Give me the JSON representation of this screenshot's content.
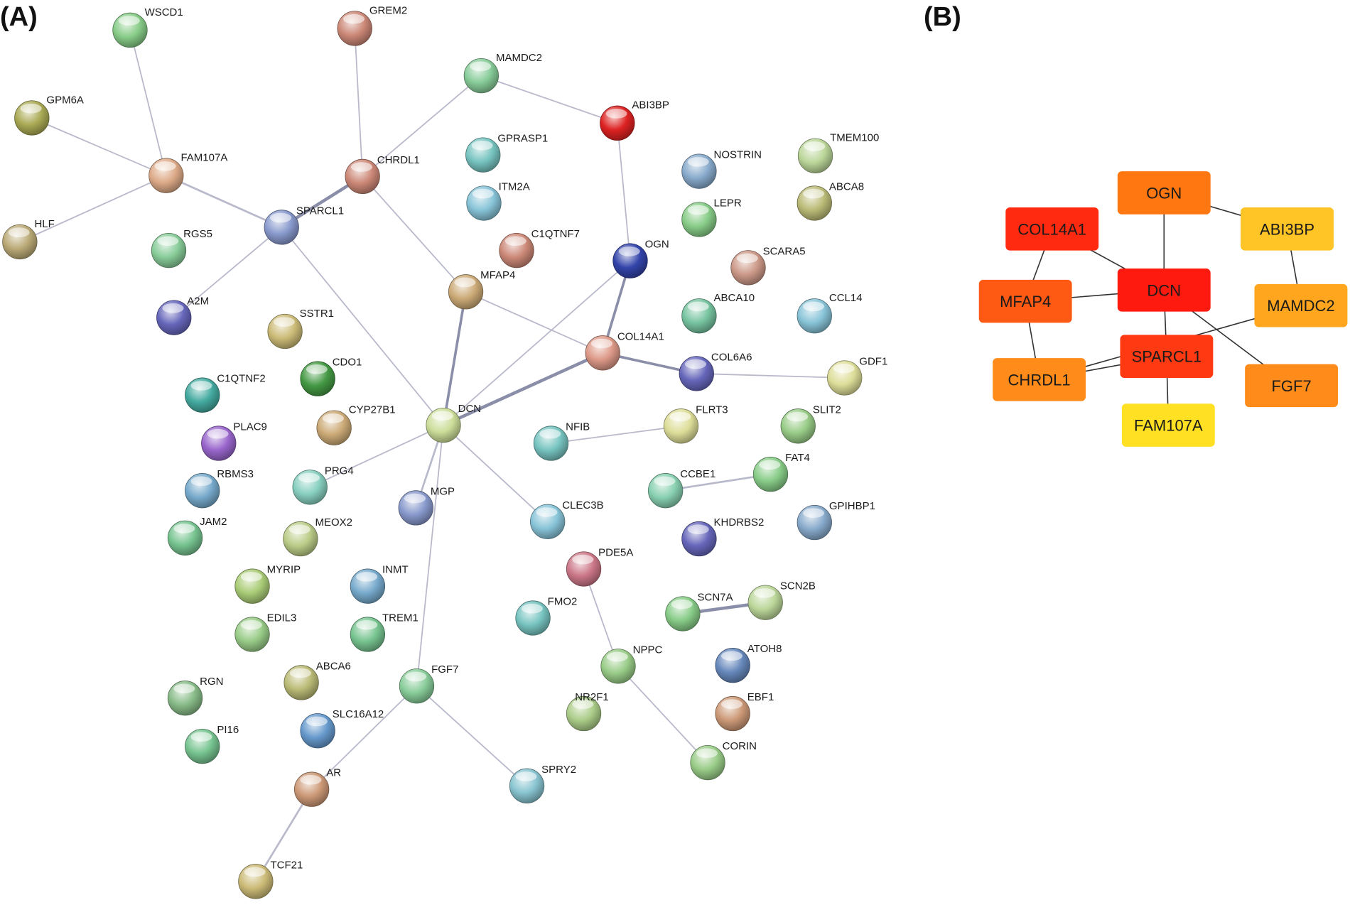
{
  "panels": [
    {
      "id": "A",
      "label": "(A)"
    },
    {
      "id": "B",
      "label": "(B)"
    }
  ],
  "network_a": {
    "nodes": [
      {
        "id": "WSCD1",
        "color": "#88cc88"
      },
      {
        "id": "GREM2",
        "color": "#cc8877"
      },
      {
        "id": "MAMDC2",
        "color": "#88cc99"
      },
      {
        "id": "GPM6A",
        "color": "#aaaa55"
      },
      {
        "id": "ABI3BP",
        "color": "#dd2222"
      },
      {
        "id": "GPRASP1",
        "color": "#77c4c0"
      },
      {
        "id": "FAM107A",
        "color": "#ddaa88"
      },
      {
        "id": "CHRDL1",
        "color": "#cc8877"
      },
      {
        "id": "NOSTRIN",
        "color": "#88aacc"
      },
      {
        "id": "TMEM100",
        "color": "#bbd699"
      },
      {
        "id": "ITM2A",
        "color": "#88c4d8"
      },
      {
        "id": "ABCA8",
        "color": "#bbbb77"
      },
      {
        "id": "SPARCL1",
        "color": "#8899cc"
      },
      {
        "id": "LEPR",
        "color": "#88cc88"
      },
      {
        "id": "HLF",
        "color": "#bbaa77"
      },
      {
        "id": "RGS5",
        "color": "#88cc99"
      },
      {
        "id": "C1QTNF7",
        "color": "#cc8877"
      },
      {
        "id": "OGN",
        "color": "#3344aa"
      },
      {
        "id": "SCARA5",
        "color": "#cc9988"
      },
      {
        "id": "MFAP4",
        "color": "#ccaa77"
      },
      {
        "id": "A2M",
        "color": "#6666bb"
      },
      {
        "id": "ABCA10",
        "color": "#77c4a0"
      },
      {
        "id": "CCL14",
        "color": "#88c4d8"
      },
      {
        "id": "SSTR1",
        "color": "#ccbb77"
      },
      {
        "id": "COL14A1",
        "color": "#dd9988"
      },
      {
        "id": "COL6A6",
        "color": "#6666bb"
      },
      {
        "id": "CDO1",
        "color": "#449944"
      },
      {
        "id": "GDF1",
        "color": "#dddd99"
      },
      {
        "id": "C1QTNF2",
        "color": "#44aaa0"
      },
      {
        "id": "CYP27B1",
        "color": "#ccaa77"
      },
      {
        "id": "FLRT3",
        "color": "#dddd99"
      },
      {
        "id": "SLIT2",
        "color": "#99cc88"
      },
      {
        "id": "DCN",
        "color": "#ccdd99"
      },
      {
        "id": "PLAC9",
        "color": "#9966cc"
      },
      {
        "id": "NFIB",
        "color": "#77c4c0"
      },
      {
        "id": "FAT4",
        "color": "#88cc88"
      },
      {
        "id": "RBMS3",
        "color": "#77aacc"
      },
      {
        "id": "PRG4",
        "color": "#88d0c0"
      },
      {
        "id": "CCBE1",
        "color": "#88d0b0"
      },
      {
        "id": "MGP",
        "color": "#8899cc"
      },
      {
        "id": "CLEC3B",
        "color": "#88c4d8"
      },
      {
        "id": "GPIHBP1",
        "color": "#88aacc"
      },
      {
        "id": "JAM2",
        "color": "#77c490"
      },
      {
        "id": "MEOX2",
        "color": "#bbcc88"
      },
      {
        "id": "KHDRBS2",
        "color": "#6666bb"
      },
      {
        "id": "PDE5A",
        "color": "#cc7788"
      },
      {
        "id": "MYRIP",
        "color": "#aacc77"
      },
      {
        "id": "INMT",
        "color": "#77aacc"
      },
      {
        "id": "SCN2B",
        "color": "#bbd699"
      },
      {
        "id": "FMO2",
        "color": "#77c4c0"
      },
      {
        "id": "SCN7A",
        "color": "#88cc88"
      },
      {
        "id": "EDIL3",
        "color": "#99cc88"
      },
      {
        "id": "TREM1",
        "color": "#77c490"
      },
      {
        "id": "ATOH8",
        "color": "#6688bb"
      },
      {
        "id": "NPPC",
        "color": "#99cc88"
      },
      {
        "id": "ABCA6",
        "color": "#bbbb77"
      },
      {
        "id": "FGF7",
        "color": "#88cc99"
      },
      {
        "id": "RGN",
        "color": "#88bb88"
      },
      {
        "id": "EBF1",
        "color": "#cc9977"
      },
      {
        "id": "NR2F1",
        "color": "#aacc88"
      },
      {
        "id": "SLC16A12",
        "color": "#6699cc"
      },
      {
        "id": "PI16",
        "color": "#77c490"
      },
      {
        "id": "CORIN",
        "color": "#99cc88"
      },
      {
        "id": "SPRY2",
        "color": "#88c4d0"
      },
      {
        "id": "AR",
        "color": "#cc9977"
      },
      {
        "id": "TCF21",
        "color": "#ccbb77"
      }
    ],
    "edges": [
      {
        "a": "WSCD1",
        "b": "FAM107A",
        "w": 2
      },
      {
        "a": "GPM6A",
        "b": "FAM107A",
        "w": 2
      },
      {
        "a": "HLF",
        "b": "FAM107A",
        "w": 2
      },
      {
        "a": "FAM107A",
        "b": "SPARCL1",
        "w": 3
      },
      {
        "a": "SPARCL1",
        "b": "CHRDL1",
        "w": 5
      },
      {
        "a": "SPARCL1",
        "b": "A2M",
        "w": 2
      },
      {
        "a": "SPARCL1",
        "b": "DCN",
        "w": 2
      },
      {
        "a": "GREM2",
        "b": "CHRDL1",
        "w": 2
      },
      {
        "a": "CHRDL1",
        "b": "MAMDC2",
        "w": 2
      },
      {
        "a": "CHRDL1",
        "b": "MFAP4",
        "w": 2
      },
      {
        "a": "MAMDC2",
        "b": "ABI3BP",
        "w": 2
      },
      {
        "a": "ABI3BP",
        "b": "OGN",
        "w": 2
      },
      {
        "a": "OGN",
        "b": "COL14A1",
        "w": 4
      },
      {
        "a": "OGN",
        "b": "DCN",
        "w": 2
      },
      {
        "a": "MFAP4",
        "b": "COL14A1",
        "w": 2
      },
      {
        "a": "MFAP4",
        "b": "DCN",
        "w": 4
      },
      {
        "a": "COL14A1",
        "b": "DCN",
        "w": 5
      },
      {
        "a": "COL14A1",
        "b": "COL6A6",
        "w": 4
      },
      {
        "a": "COL6A6",
        "b": "GDF1",
        "w": 2
      },
      {
        "a": "DCN",
        "b": "PRG4",
        "w": 2
      },
      {
        "a": "DCN",
        "b": "MGP",
        "w": 3
      },
      {
        "a": "DCN",
        "b": "CLEC3B",
        "w": 2
      },
      {
        "a": "DCN",
        "b": "FGF7",
        "w": 2
      },
      {
        "a": "FLRT3",
        "b": "NFIB",
        "w": 2
      },
      {
        "a": "FAT4",
        "b": "CCBE1",
        "w": 3
      },
      {
        "a": "SCN7A",
        "b": "SCN2B",
        "w": 5
      },
      {
        "a": "PDE5A",
        "b": "NPPC",
        "w": 2
      },
      {
        "a": "NPPC",
        "b": "CORIN",
        "w": 2
      },
      {
        "a": "FGF7",
        "b": "AR",
        "w": 2
      },
      {
        "a": "FGF7",
        "b": "SPRY2",
        "w": 2
      },
      {
        "a": "AR",
        "b": "TCF21",
        "w": 3
      }
    ]
  },
  "network_b": {
    "nodes": [
      {
        "id": "OGN",
        "color": "#ff7711"
      },
      {
        "id": "COL14A1",
        "color": "#ff2a10"
      },
      {
        "id": "ABI3BP",
        "color": "#ffc425"
      },
      {
        "id": "DCN",
        "color": "#ff1a10"
      },
      {
        "id": "MFAP4",
        "color": "#ff5a14"
      },
      {
        "id": "MAMDC2",
        "color": "#ffa61e"
      },
      {
        "id": "SPARCL1",
        "color": "#ff3a12"
      },
      {
        "id": "CHRDL1",
        "color": "#ff8c1a"
      },
      {
        "id": "FGF7",
        "color": "#ff8c1a"
      },
      {
        "id": "FAM107A",
        "color": "#ffe022"
      }
    ],
    "edges": [
      {
        "a": "COL14A1",
        "b": "DCN"
      },
      {
        "a": "COL14A1",
        "b": "MFAP4"
      },
      {
        "a": "OGN",
        "b": "DCN"
      },
      {
        "a": "OGN",
        "b": "ABI3BP"
      },
      {
        "a": "ABI3BP",
        "b": "MAMDC2"
      },
      {
        "a": "MFAP4",
        "b": "DCN"
      },
      {
        "a": "MFAP4",
        "b": "CHRDL1"
      },
      {
        "a": "DCN",
        "b": "SPARCL1"
      },
      {
        "a": "DCN",
        "b": "FGF7"
      },
      {
        "a": "MAMDC2",
        "b": "CHRDL1"
      },
      {
        "a": "SPARCL1",
        "b": "CHRDL1"
      },
      {
        "a": "SPARCL1",
        "b": "FAM107A"
      }
    ]
  }
}
